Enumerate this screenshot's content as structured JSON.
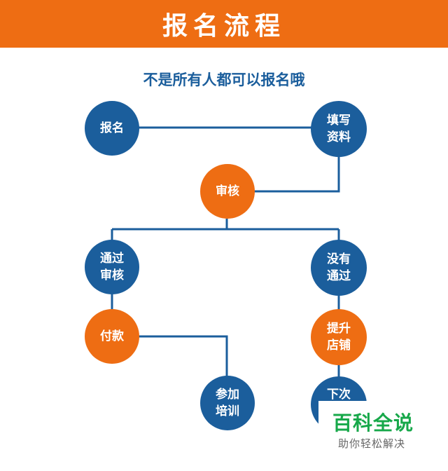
{
  "header": {
    "title": "报名流程"
  },
  "subtitle": "不是所有人都可以报名哦",
  "colors": {
    "header": "#ee6d13",
    "blue_node": "#1b5e9c",
    "orange_node": "#ee6d13",
    "line": "#1b5e9c",
    "subtitle": "#1b5e9c"
  },
  "nodes": {
    "apply": "报名",
    "fill_info": "填写\n资料",
    "review": "审核",
    "passed": "通过\n审核",
    "not_passed": "没有\n通过",
    "pay": "付款",
    "upgrade_store": "提升\n店铺",
    "training": "参加\n培训",
    "next_time": "下次"
  },
  "watermark": {
    "title": "百科全说",
    "subtitle": "助你轻松解决"
  }
}
